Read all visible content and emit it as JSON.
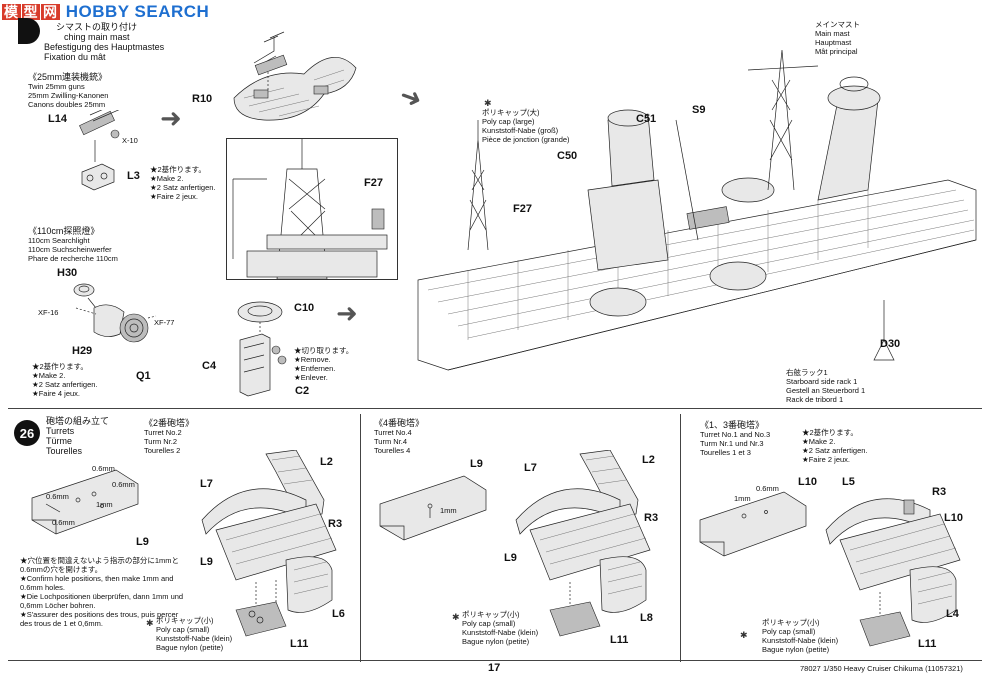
{
  "watermark": {
    "cn1": "模",
    "cn2": "型",
    "cn3": "网",
    "text": "HOBBY SEARCH"
  },
  "step25": {
    "title_jp": "シマストの取り付け",
    "title_en": "ching main mast",
    "title_de": "Befestigung des Hauptmastes",
    "title_fr": "Fixation du mât",
    "guns": {
      "jp": "《25mm連装機銃》",
      "en": "Twin 25mm guns",
      "de": "25mm Zwilling-Kanonen",
      "fr": "Canons doubles 25mm"
    },
    "make2": {
      "jp": "★2基作ります。",
      "en": "★Make 2.",
      "de": "★2 Satz anfertigen.",
      "fr": "★Faire 2 jeux."
    },
    "searchlight": {
      "jp": "《110cm探照燈》",
      "en": "110cm Searchlight",
      "de": "110cm Suchscheinwerfer",
      "fr": "Phare de recherche 110cm"
    },
    "make2b": {
      "jp": "★2基作ります。",
      "en": "★Make 2.",
      "de": "★2 Satz anfertigen.",
      "fr": "★Faire 4 jeux."
    },
    "remove": {
      "jp": "★切り取ります。",
      "en": "★Remove.",
      "de": "★Entfernen.",
      "fr": "★Enlever."
    },
    "polycap_large": {
      "jp": "ポリキャップ(大)",
      "en": "Poly cap (large)",
      "de": "Kunststoff-Nabe (groß)",
      "fr": "Pièce de jonction (grande)"
    },
    "main_mast": {
      "jp": "メインマスト",
      "en": "Main mast",
      "de": "Hauptmast",
      "fr": "Mât principal"
    },
    "side_rack": {
      "jp": "右舷ラック1",
      "en": "Starboard side rack 1",
      "de": "Gestell an Steuerbord 1",
      "fr": "Rack de tribord 1"
    },
    "parts": {
      "L14": "L14",
      "X10": "X-10",
      "L3": "L3",
      "R10": "R10",
      "F27a": "F27",
      "F27b": "F27",
      "H30": "H30",
      "XF16": "XF-16",
      "XF77": "XF-77",
      "H29": "H29",
      "Q1": "Q1",
      "C10": "C10",
      "C4": "C4",
      "C2": "C2",
      "C50": "C50",
      "C51": "C51",
      "S9": "S9",
      "D30": "D30"
    }
  },
  "step26": {
    "number": "26",
    "title_jp": "砲塔の組み立て",
    "title_en": "Turrets",
    "title_de": "Türme",
    "title_fr": "Tourelles",
    "turret2": {
      "jp": "《2番砲塔》",
      "en": "Turret No.2",
      "de": "Turm Nr.2",
      "fr": "Tourelles 2"
    },
    "turret4": {
      "jp": "《4番砲塔》",
      "en": "Turret No.4",
      "de": "Turm Nr.4",
      "fr": "Tourelles 4"
    },
    "turret13": {
      "jp": "《1、3番砲塔》",
      "en": "Turret No.1 and No.3",
      "de": "Turm Nr.1 und Nr.3",
      "fr": "Tourelles 1 et 3"
    },
    "make2": {
      "jp": "★2基作ります。",
      "en": "★Make 2.",
      "de": "★2 Satz anfertigen.",
      "fr": "★Faire 2 jeux."
    },
    "holes": {
      "jp1": "★穴位置を間違えないよう指示の部分に1mmと",
      "jp2": "0.6mmの穴を開けます。",
      "en1": "★Confirm hole positions, then make 1mm and",
      "en2": "0.6mm holes.",
      "de1": "★Die Lochpositionen überprüfen, dann 1mm und",
      "de2": "0,6mm Löcher bohren.",
      "fr1": "★S'assurer des positions des trous, puis percer",
      "fr2": "des trous de 1 et 0,6mm."
    },
    "polycap_small": {
      "jp": "ポリキャップ(小)",
      "en": "Poly cap (small)",
      "de": "Kunststoff-Nabe (klein)",
      "fr": "Bague nylon (petite)"
    },
    "dims": {
      "d06": "0.6mm",
      "d1": "1mm"
    },
    "parts": {
      "L2": "L2",
      "L7": "L7",
      "R3": "R3",
      "L9": "L9",
      "L6": "L6",
      "L8": "L8",
      "L10": "L10",
      "L5": "L5",
      "L4": "L4",
      "L11": "L11"
    }
  },
  "footer": {
    "page": "17",
    "info": "78027 1/350 Heavy Cruiser Chikuma (11057321)"
  }
}
